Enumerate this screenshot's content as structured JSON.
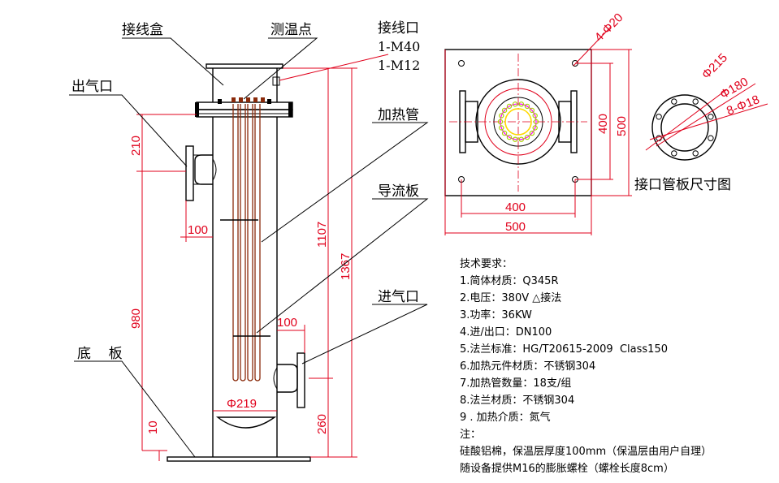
{
  "labels": {
    "junction_box": "接线盒",
    "temp_point": "测温点",
    "wiring_port": "接线口",
    "wiring_port_spec1": "1-M40",
    "wiring_port_spec2": "1-M12",
    "gas_outlet": "出气口",
    "heating_tube": "加热管",
    "baffle": "导流板",
    "gas_inlet": "进气口",
    "bottom_plate": "底    板",
    "port_plate_title": "接口管板尺寸图"
  },
  "dimensions": {
    "d_210": "210",
    "d_100_outlet": "100",
    "d_980": "980",
    "d_10": "10",
    "d_219": "Φ219",
    "d_100_inlet": "100",
    "d_1107": "1107",
    "d_1367": "1367",
    "d_260": "260",
    "d_4_20": "4-Φ20",
    "d_400_v": "400",
    "d_500_v": "500",
    "d_400_h": "400",
    "d_500_h": "500",
    "d_215": "Φ215",
    "d_180": "Φ180",
    "d_8_18": "8-Φ18"
  },
  "requirements": {
    "title": "技术要求：",
    "items": [
      "1.简体材质：Q345R",
      "2.电压：380V △接法",
      "3.功率：36KW",
      "4.进/出口：DN100",
      "5.法兰标准：HG/T20615-2009  Class150",
      "6.加热元件材质：不锈钢304",
      "7.加热管数量：18支/组",
      "8.法兰材质：不锈钢304",
      "9 . 加热介质：氮气"
    ],
    "note_title": "注：",
    "notes": [
      "硅酸铝棉，保温层厚度100mm（保温层由用户自理）",
      "随设备提供M16的膨胀螺栓（螺栓长度8cm）"
    ]
  },
  "colors": {
    "line": "#000000",
    "dimension": "#e0001b",
    "heating_tube": "#8a2a0a",
    "inner_bolt_ring": "#a8d400",
    "inner_circle": "#ff00ff",
    "center_circle": "#ffd800"
  }
}
